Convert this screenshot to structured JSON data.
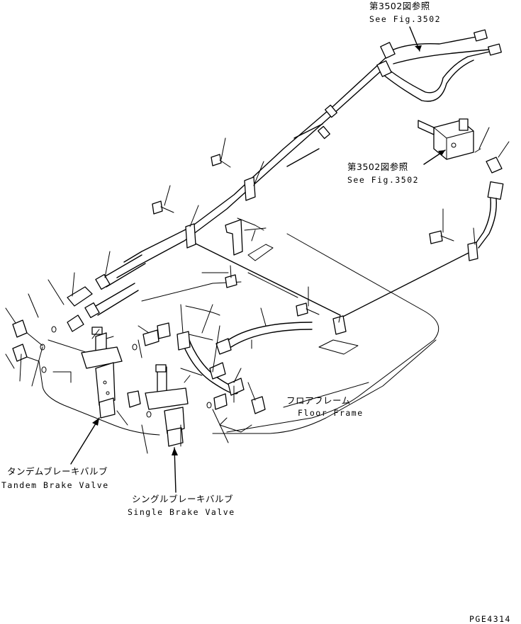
{
  "labels": {
    "ref_top_jp": "第3502図参照",
    "ref_top_en": "See Fig.3502",
    "ref_mid_jp": "第3502図参照",
    "ref_mid_en": "See Fig.3502",
    "floor_frame_jp": "フロアフレーム",
    "floor_frame_en": "Floor Frame",
    "tandem_valve_jp": "タンデムブレーキバルブ",
    "tandem_valve_en": "Tandem Brake Valve",
    "single_valve_jp": "シングルブレーキバルブ",
    "single_valve_en": "Single Brake Valve",
    "page_code": "PGE4314"
  }
}
